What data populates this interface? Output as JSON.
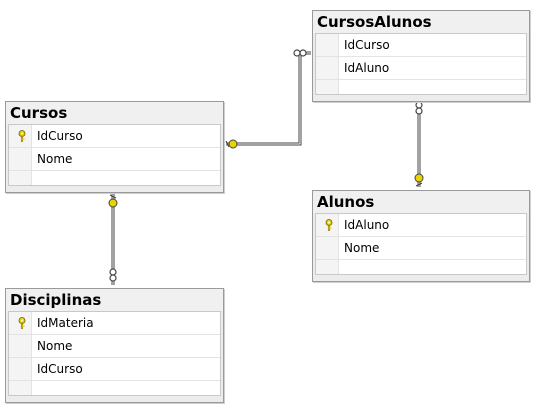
{
  "tables": {
    "cursos": {
      "title": "Cursos",
      "columns": [
        {
          "name": "IdCurso",
          "key": true
        },
        {
          "name": "Nome",
          "key": false
        }
      ]
    },
    "cursosalunos": {
      "title": "CursosAlunos",
      "columns": [
        {
          "name": "IdCurso",
          "key": false
        },
        {
          "name": "IdAluno",
          "key": false
        }
      ]
    },
    "alunos": {
      "title": "Alunos",
      "columns": [
        {
          "name": "IdAluno",
          "key": true
        },
        {
          "name": "Nome",
          "key": false
        }
      ]
    },
    "disciplinas": {
      "title": "Disciplinas",
      "columns": [
        {
          "name": "IdMateria",
          "key": true
        },
        {
          "name": "Nome",
          "key": false
        },
        {
          "name": "IdCurso",
          "key": false
        }
      ]
    }
  },
  "icons": {
    "primary_key": "key-icon",
    "one_end": "key-endpoint-icon",
    "many_end": "infinity-endpoint-icon"
  },
  "colors": {
    "key": "#e8d400",
    "line": "#444444",
    "title_bg": "#f0f0f0"
  }
}
